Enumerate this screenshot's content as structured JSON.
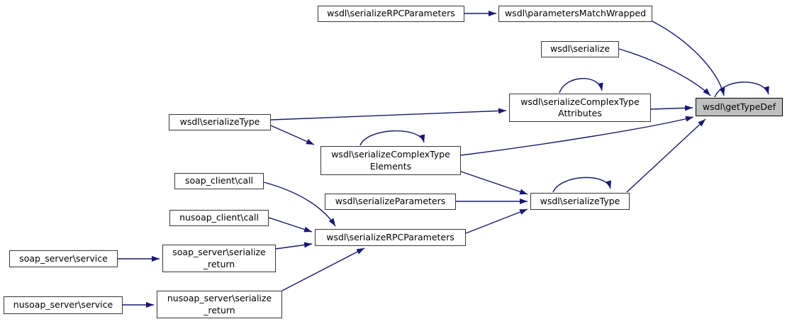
{
  "diagram": {
    "type": "call-graph",
    "highlighted_node": "wsdl\\getTypeDef",
    "colors": {
      "edge": "#191970",
      "node_fill": "#ffffff",
      "node_border": "#363636",
      "highlight_fill": "#bfbfbf",
      "highlight_border": "#000000",
      "text": "#000000",
      "background": "#ffffff"
    },
    "nodes": [
      {
        "id": "rpc_params_top",
        "label": "wsdl\\serializeRPCParameters"
      },
      {
        "id": "params_match_wrapped",
        "label": "wsdl\\parametersMatchWrapped"
      },
      {
        "id": "serialize",
        "label": "wsdl\\serialize"
      },
      {
        "id": "serialize_complex_type_attrs",
        "label": "wsdl\\serializeComplexType\nAttributes"
      },
      {
        "id": "get_type_def",
        "label": "wsdl\\getTypeDef"
      },
      {
        "id": "serialize_type_left",
        "label": "wsdl\\serializeType"
      },
      {
        "id": "serialize_complex_type_elems",
        "label": "wsdl\\serializeComplexType\nElements"
      },
      {
        "id": "soap_client_call",
        "label": "soap_client\\call"
      },
      {
        "id": "serialize_parameters",
        "label": "wsdl\\serializeParameters"
      },
      {
        "id": "serialize_type_right",
        "label": "wsdl\\serializeType"
      },
      {
        "id": "nusoap_client_call",
        "label": "nusoap_client\\call"
      },
      {
        "id": "rpc_params_bottom",
        "label": "wsdl\\serializeRPCParameters"
      },
      {
        "id": "soap_server_service",
        "label": "soap_server\\service"
      },
      {
        "id": "soap_server_serialize_return",
        "label": "soap_server\\serialize\n_return"
      },
      {
        "id": "nusoap_server_service",
        "label": "nusoap_server\\service"
      },
      {
        "id": "nusoap_server_serialize_return",
        "label": "nusoap_server\\serialize\n_return"
      }
    ],
    "edges": [
      {
        "from": "rpc_params_top",
        "to": "params_match_wrapped"
      },
      {
        "from": "params_match_wrapped",
        "to": "get_type_def"
      },
      {
        "from": "serialize",
        "to": "get_type_def"
      },
      {
        "from": "serialize_complex_type_attrs",
        "to": "get_type_def"
      },
      {
        "from": "serialize_complex_type_attrs",
        "to": "serialize_complex_type_attrs"
      },
      {
        "from": "get_type_def",
        "to": "get_type_def"
      },
      {
        "from": "serialize_type_left",
        "to": "serialize_complex_type_attrs"
      },
      {
        "from": "serialize_type_left",
        "to": "serialize_complex_type_elems"
      },
      {
        "from": "serialize_complex_type_elems",
        "to": "serialize_complex_type_elems"
      },
      {
        "from": "serialize_complex_type_elems",
        "to": "get_type_def"
      },
      {
        "from": "serialize_complex_type_elems",
        "to": "serialize_type_right"
      },
      {
        "from": "serialize_parameters",
        "to": "serialize_type_right"
      },
      {
        "from": "serialize_type_right",
        "to": "serialize_type_right"
      },
      {
        "from": "serialize_type_right",
        "to": "get_type_def"
      },
      {
        "from": "soap_client_call",
        "to": "rpc_params_bottom"
      },
      {
        "from": "nusoap_client_call",
        "to": "rpc_params_bottom"
      },
      {
        "from": "rpc_params_bottom",
        "to": "serialize_type_right"
      },
      {
        "from": "soap_server_service",
        "to": "soap_server_serialize_return"
      },
      {
        "from": "soap_server_serialize_return",
        "to": "rpc_params_bottom"
      },
      {
        "from": "nusoap_server_service",
        "to": "nusoap_server_serialize_return"
      },
      {
        "from": "nusoap_server_serialize_return",
        "to": "rpc_params_bottom"
      }
    ]
  }
}
